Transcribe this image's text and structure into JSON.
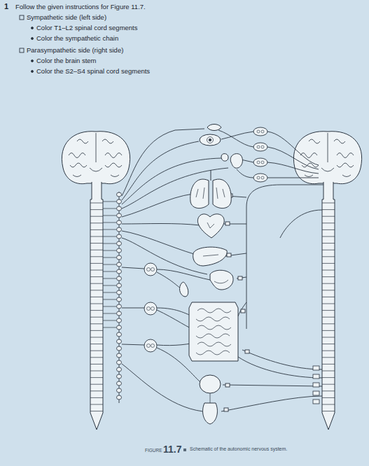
{
  "diagram": {
    "caption": "Schematic of the autonomic nervous system.",
    "labels": [
      "1",
      "Follow the given instructions for Figure 11.7.",
      "Sympathetic side (left side)",
      "Color T1–L2 spinal cord segments",
      "Color the sympathetic chain",
      "Parasympathetic side (right side)",
      "Color the brain stem",
      "Color the S2–S4 spinal cord segments",
      "FIGURE",
      "11.7"
    ]
  }
}
